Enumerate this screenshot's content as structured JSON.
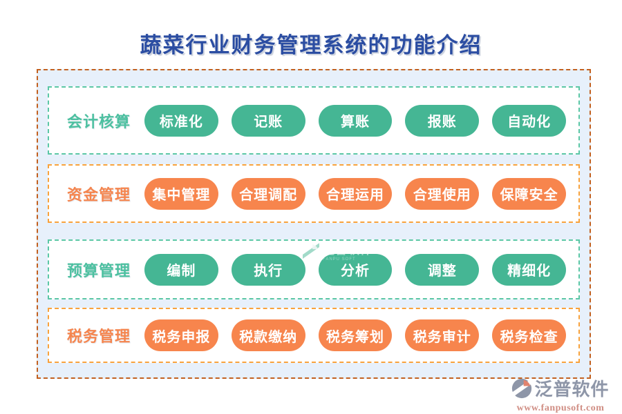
{
  "title": "蔬菜行业财务管理系统的功能介绍",
  "rows": [
    {
      "label": "会计核算",
      "theme": "teal",
      "pills": [
        "标准化",
        "记账",
        "算账",
        "报账",
        "自动化"
      ]
    },
    {
      "label": "资金管理",
      "theme": "orange",
      "pills": [
        "集中管理",
        "合理调配",
        "合理运用",
        "合理使用",
        "保障安全"
      ]
    },
    {
      "label": "预算管理",
      "theme": "teal",
      "pills": [
        "编制",
        "执行",
        "分析",
        "调整",
        "精细化"
      ]
    },
    {
      "label": "税务管理",
      "theme": "orange",
      "pills": [
        "税务申报",
        "税款缴纳",
        "税务筹划",
        "税务审计",
        "税务检查"
      ]
    }
  ],
  "watermark": {
    "text": "泛普软件",
    "subtext": "FANPU SOFT",
    "icon": "fanpu-logo-icon"
  },
  "footer_logo": {
    "name": "泛普软件",
    "url": "www.fanpusoft.com",
    "icon": "fanpu-logo-icon"
  },
  "colors": {
    "title": "#2b4da2",
    "panel_background": "#e7f0fb",
    "outer_border": "#c2601f",
    "teal_pill": "#45b694",
    "teal_border": "#5bc7a5",
    "teal_label": "#4cc0a0",
    "orange_pill": "#f7854d",
    "orange_border": "#f9a23b",
    "orange_label": "#f5854e",
    "logo_gray": "#8e96a8",
    "logo_salmon": "#d08e84"
  }
}
